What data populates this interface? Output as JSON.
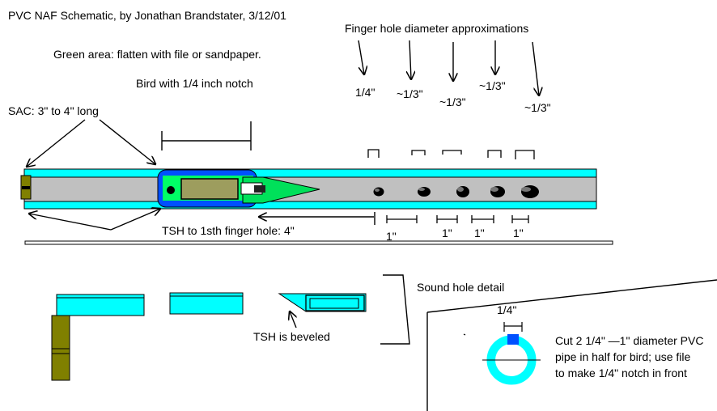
{
  "title": "PVC NAF Schematic, by Jonathan Brandstater, 3/12/01",
  "green_note": "Green area: flatten with file or sandpaper.",
  "bird_note": "Bird with 1/4 inch notch",
  "sac_label": "SAC: 3\" to 4\" long",
  "finger_heading": "Finger hole diameter approximations",
  "hole_sizes": [
    "1/4\"",
    "~1/3\"",
    "~1/3\"",
    "~1/3\"",
    "~1/3\""
  ],
  "tsh_distance": "TSH to 1sth finger hole: 4\"",
  "spacings": [
    "1\"",
    "1\"",
    "1\"",
    "1\""
  ],
  "tsh_beveled": "TSH is beveled",
  "sound_hole_detail": "Sound hole detail",
  "notch_label": "1/4\"",
  "cut_note_lines": [
    "Cut 2 1/4\" —1\" diameter PVC",
    "pipe in half for bird; use file",
    "to make 1/4\" notch in front"
  ],
  "colors": {
    "pipe_wall": "#00ffff",
    "bore": "#c0c0c0",
    "bird": "#0050ff",
    "block": "#9d9d5e",
    "green_area": "#00e05a",
    "plug": "#808000"
  }
}
